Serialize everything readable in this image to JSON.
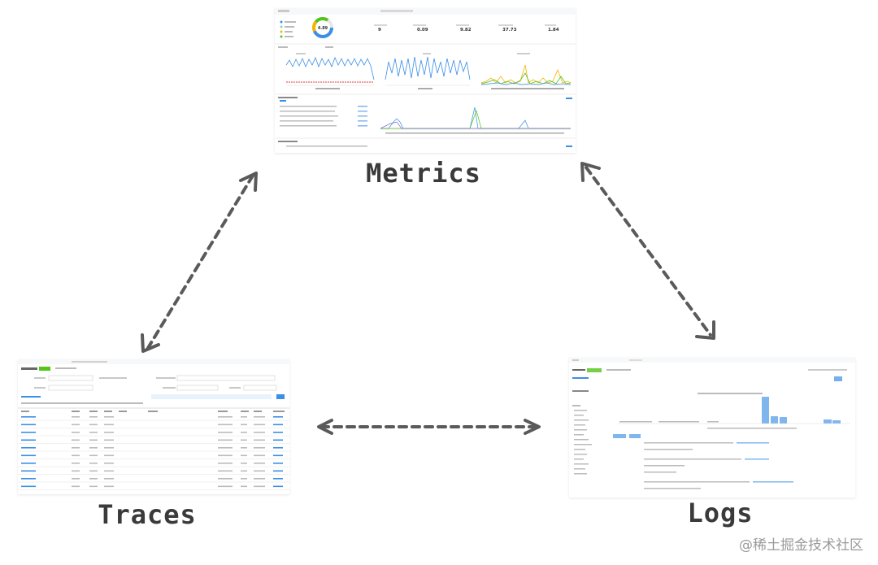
{
  "nodes": {
    "metrics": {
      "label": "Metrics"
    },
    "traces": {
      "label": "Traces"
    },
    "logs": {
      "label": "Logs"
    }
  },
  "metrics_shot": {
    "gauge_value": "4.89",
    "stats": [
      {
        "value": "9"
      },
      {
        "value": "0.09"
      },
      {
        "value": "9.82"
      },
      {
        "value": "37.73"
      },
      {
        "value": "1.84"
      }
    ]
  },
  "watermark": "@稀土掘金技术社区",
  "colors": {
    "arrow": "#5a5a5a",
    "accent_blue": "#3b8fe5",
    "accent_green": "#52c41a",
    "label": "#3a3a3a"
  }
}
